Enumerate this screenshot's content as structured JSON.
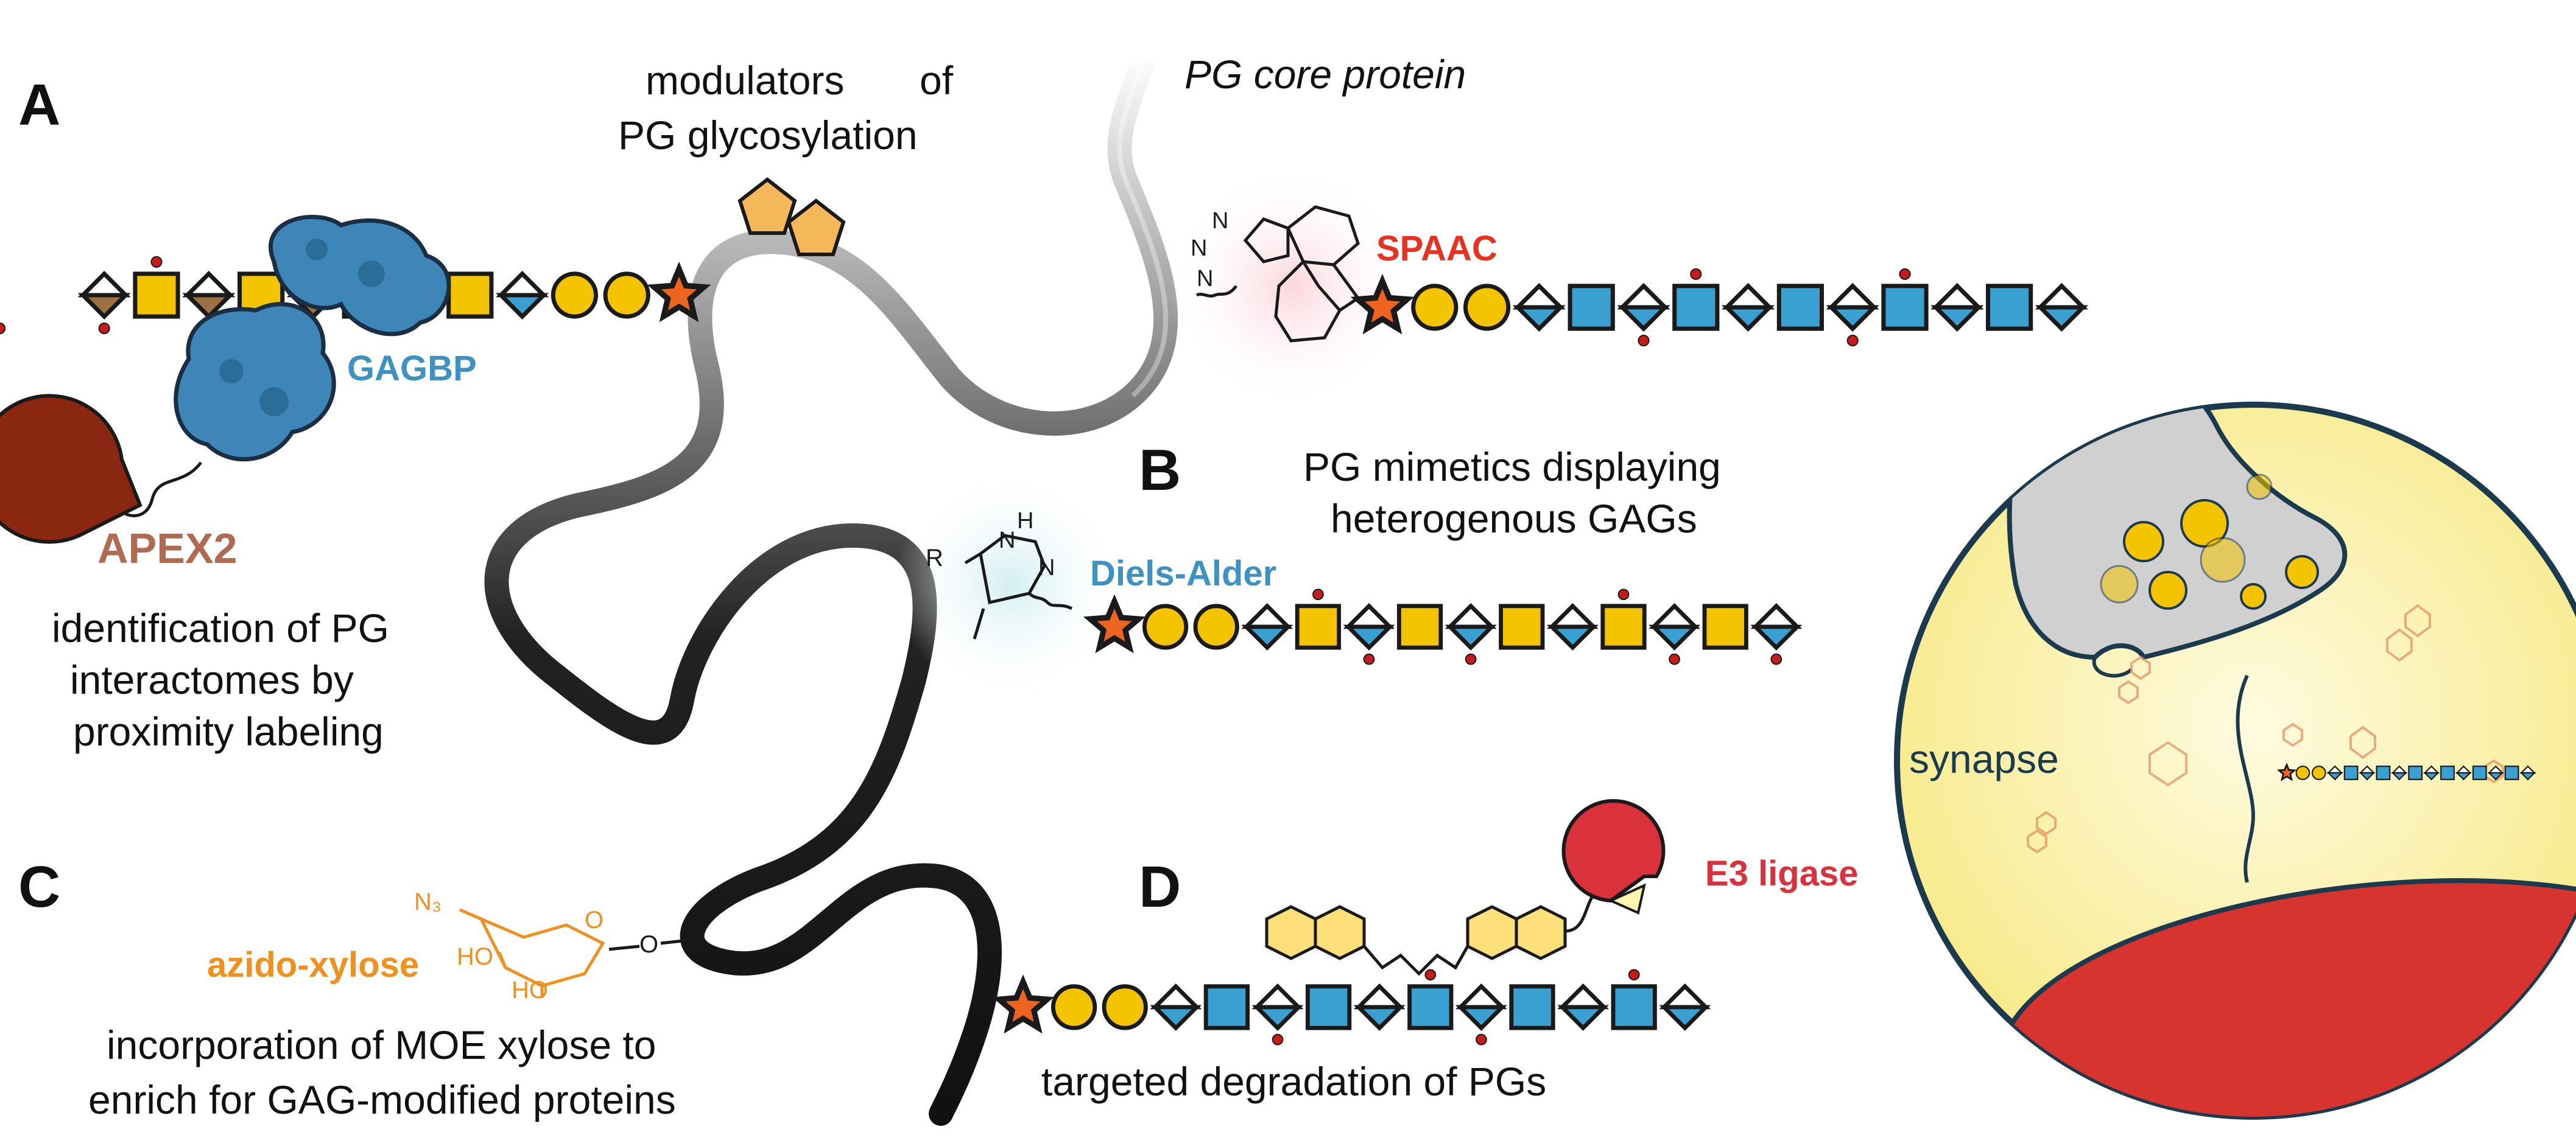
{
  "panels": {
    "a": "A",
    "b": "B",
    "c": "C",
    "d": "D"
  },
  "labels": {
    "core_protein": "PG core protein",
    "modulators_1": "modulators",
    "modulators_1b": "of",
    "modulators_2": "PG glycosylation",
    "spaac": "SPAAC",
    "gagbp": "GAGBP",
    "apex2": "APEX2",
    "apex_caption_1": "identification of  PG",
    "apex_caption_2": "interactomes by",
    "apex_caption_3": "proximity labeling",
    "mimetics_1": "PG mimetics displaying",
    "mimetics_2": "heterogenous GAGs",
    "diels_alder": "Diels-Alder",
    "azido_xylose": "azido-xylose",
    "moe_1": "incorporation of MOE xylose to",
    "moe_2": "enrich for GAG-modified proteins",
    "e3_ligase": "E3 ligase",
    "degradation": "targeted degradation of PGs",
    "synapse": "synapse"
  },
  "chem": {
    "triazole_n1": "N",
    "triazole_n2": "N",
    "triazole_n3": "N",
    "da_r": "R",
    "da_nh_h": "H",
    "da_nh_n": "N",
    "da_n": "N",
    "n3": "N₃",
    "ho_1": "HO",
    "ho_2": "HO",
    "ring_o": "O",
    "link_o": "O"
  },
  "colors": {
    "square_yellow": "#f5c400",
    "circle_yellow": "#f5c400",
    "square_blue": "#3aa0d1",
    "star_orange": "#ec6420",
    "diamond_brown": "#9c7244",
    "red_dot": "#c41b1b",
    "protein_blue": "#3f86b8",
    "apex_brown": "#8a2710",
    "apex_text": "#b06a52",
    "spaac_red": "#e8321f",
    "gagbp_blue": "#3d92c2",
    "diels_blue": "#3d92c2",
    "azido_orange": "#f0901e",
    "e3_red": "#d9323c",
    "synapse_fill": "#fbf3a8",
    "synapse_border": "#1b3a4e",
    "hex_yellow": "#fde07a",
    "pentagon_orange": "#f4b85a"
  }
}
